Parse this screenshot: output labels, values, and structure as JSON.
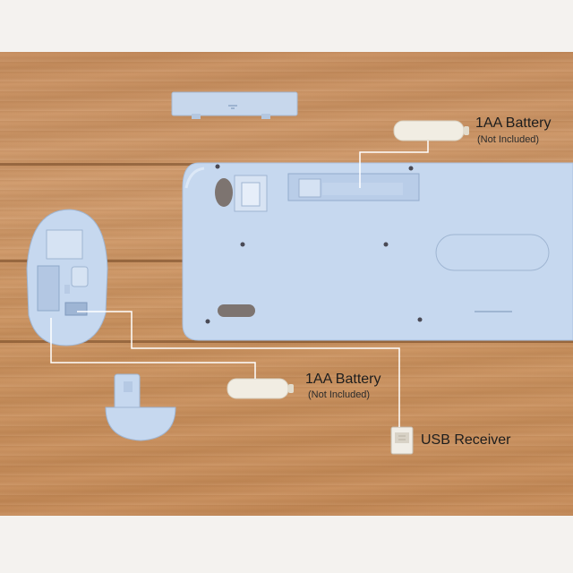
{
  "callouts": {
    "battery_top": {
      "title": "1AA Battery",
      "note": "(Not Included)"
    },
    "battery_bottom": {
      "title": "1AA Battery",
      "note": "(Not Included)"
    },
    "receiver": {
      "title": "USB Receiver"
    }
  },
  "colors": {
    "device_blue": "#c6d8ef",
    "device_blue_dark": "#a9c0df",
    "wood": "#cc935f",
    "battery": "#f1ede3"
  }
}
